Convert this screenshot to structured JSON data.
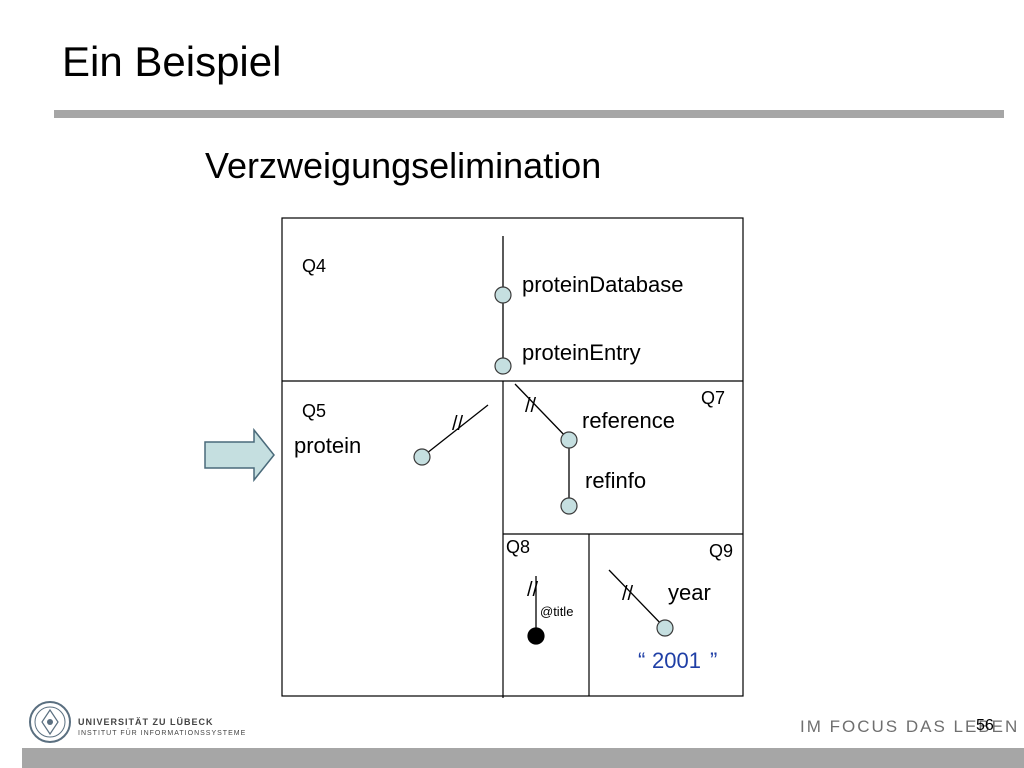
{
  "slide": {
    "title": "Ein Beispiel",
    "subtitle": "Verzweigungselimination",
    "page_number": "56",
    "tagline": "IM FOCUS DAS LEBEN",
    "university": "UNIVERSITÄT ZU LÜBECK",
    "institute": "INSTITUT FÜR INFORMATIONSSYSTEME"
  },
  "diagram": {
    "regions": {
      "q4": "Q4",
      "q5": "Q5",
      "q7": "Q7",
      "q8": "Q8",
      "q9": "Q9"
    },
    "nodes": {
      "protein_database": "proteinDatabase",
      "protein_entry": "proteinEntry",
      "protein": "protein",
      "reference": "reference",
      "refinfo": "refinfo",
      "title_attr": "@title",
      "year": "year",
      "year_value": "2001"
    },
    "axes": {
      "descendant": "//"
    },
    "colors": {
      "node_fill": "#c5dfe0",
      "node_stroke": "#3a3a3a",
      "arrow_fill": "#c5dfe0",
      "arrow_stroke": "#4a6a7a",
      "value_text": "#1f3fa6",
      "rule_gray": "#a6a6a6"
    }
  }
}
